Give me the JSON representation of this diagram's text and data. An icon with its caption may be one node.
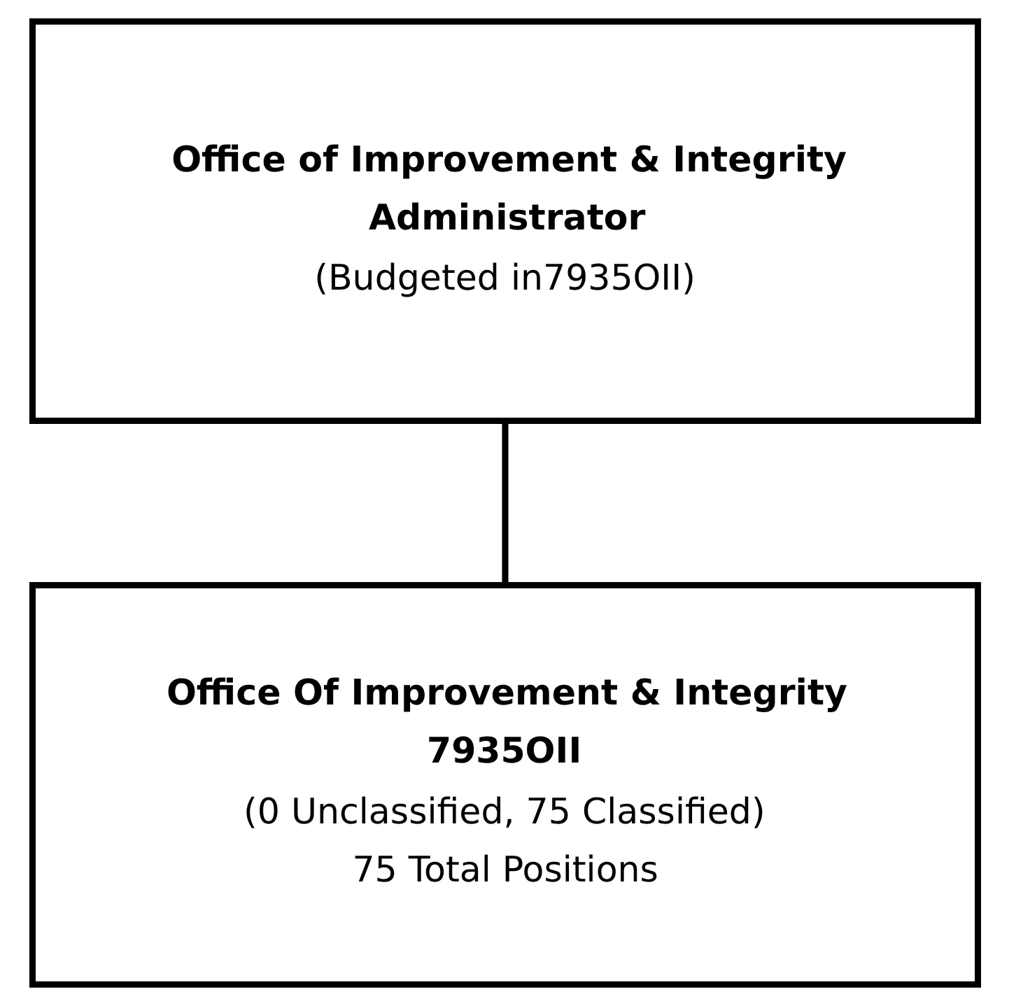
{
  "diagram": {
    "nodes": [
      {
        "text": [
          "Office of Improvement & Integrity",
          "Administrator",
          "(Budgeted in7935OII)"
        ]
      },
      {
        "text": [
          "Office Of Improvement & Integrity",
          "7935OII",
          "(0 Unclassified, 75 Classified)",
          "75 Total Positions"
        ]
      }
    ],
    "edges": [
      {
        "from": 0,
        "to": 1,
        "arrow": "none"
      }
    ]
  }
}
